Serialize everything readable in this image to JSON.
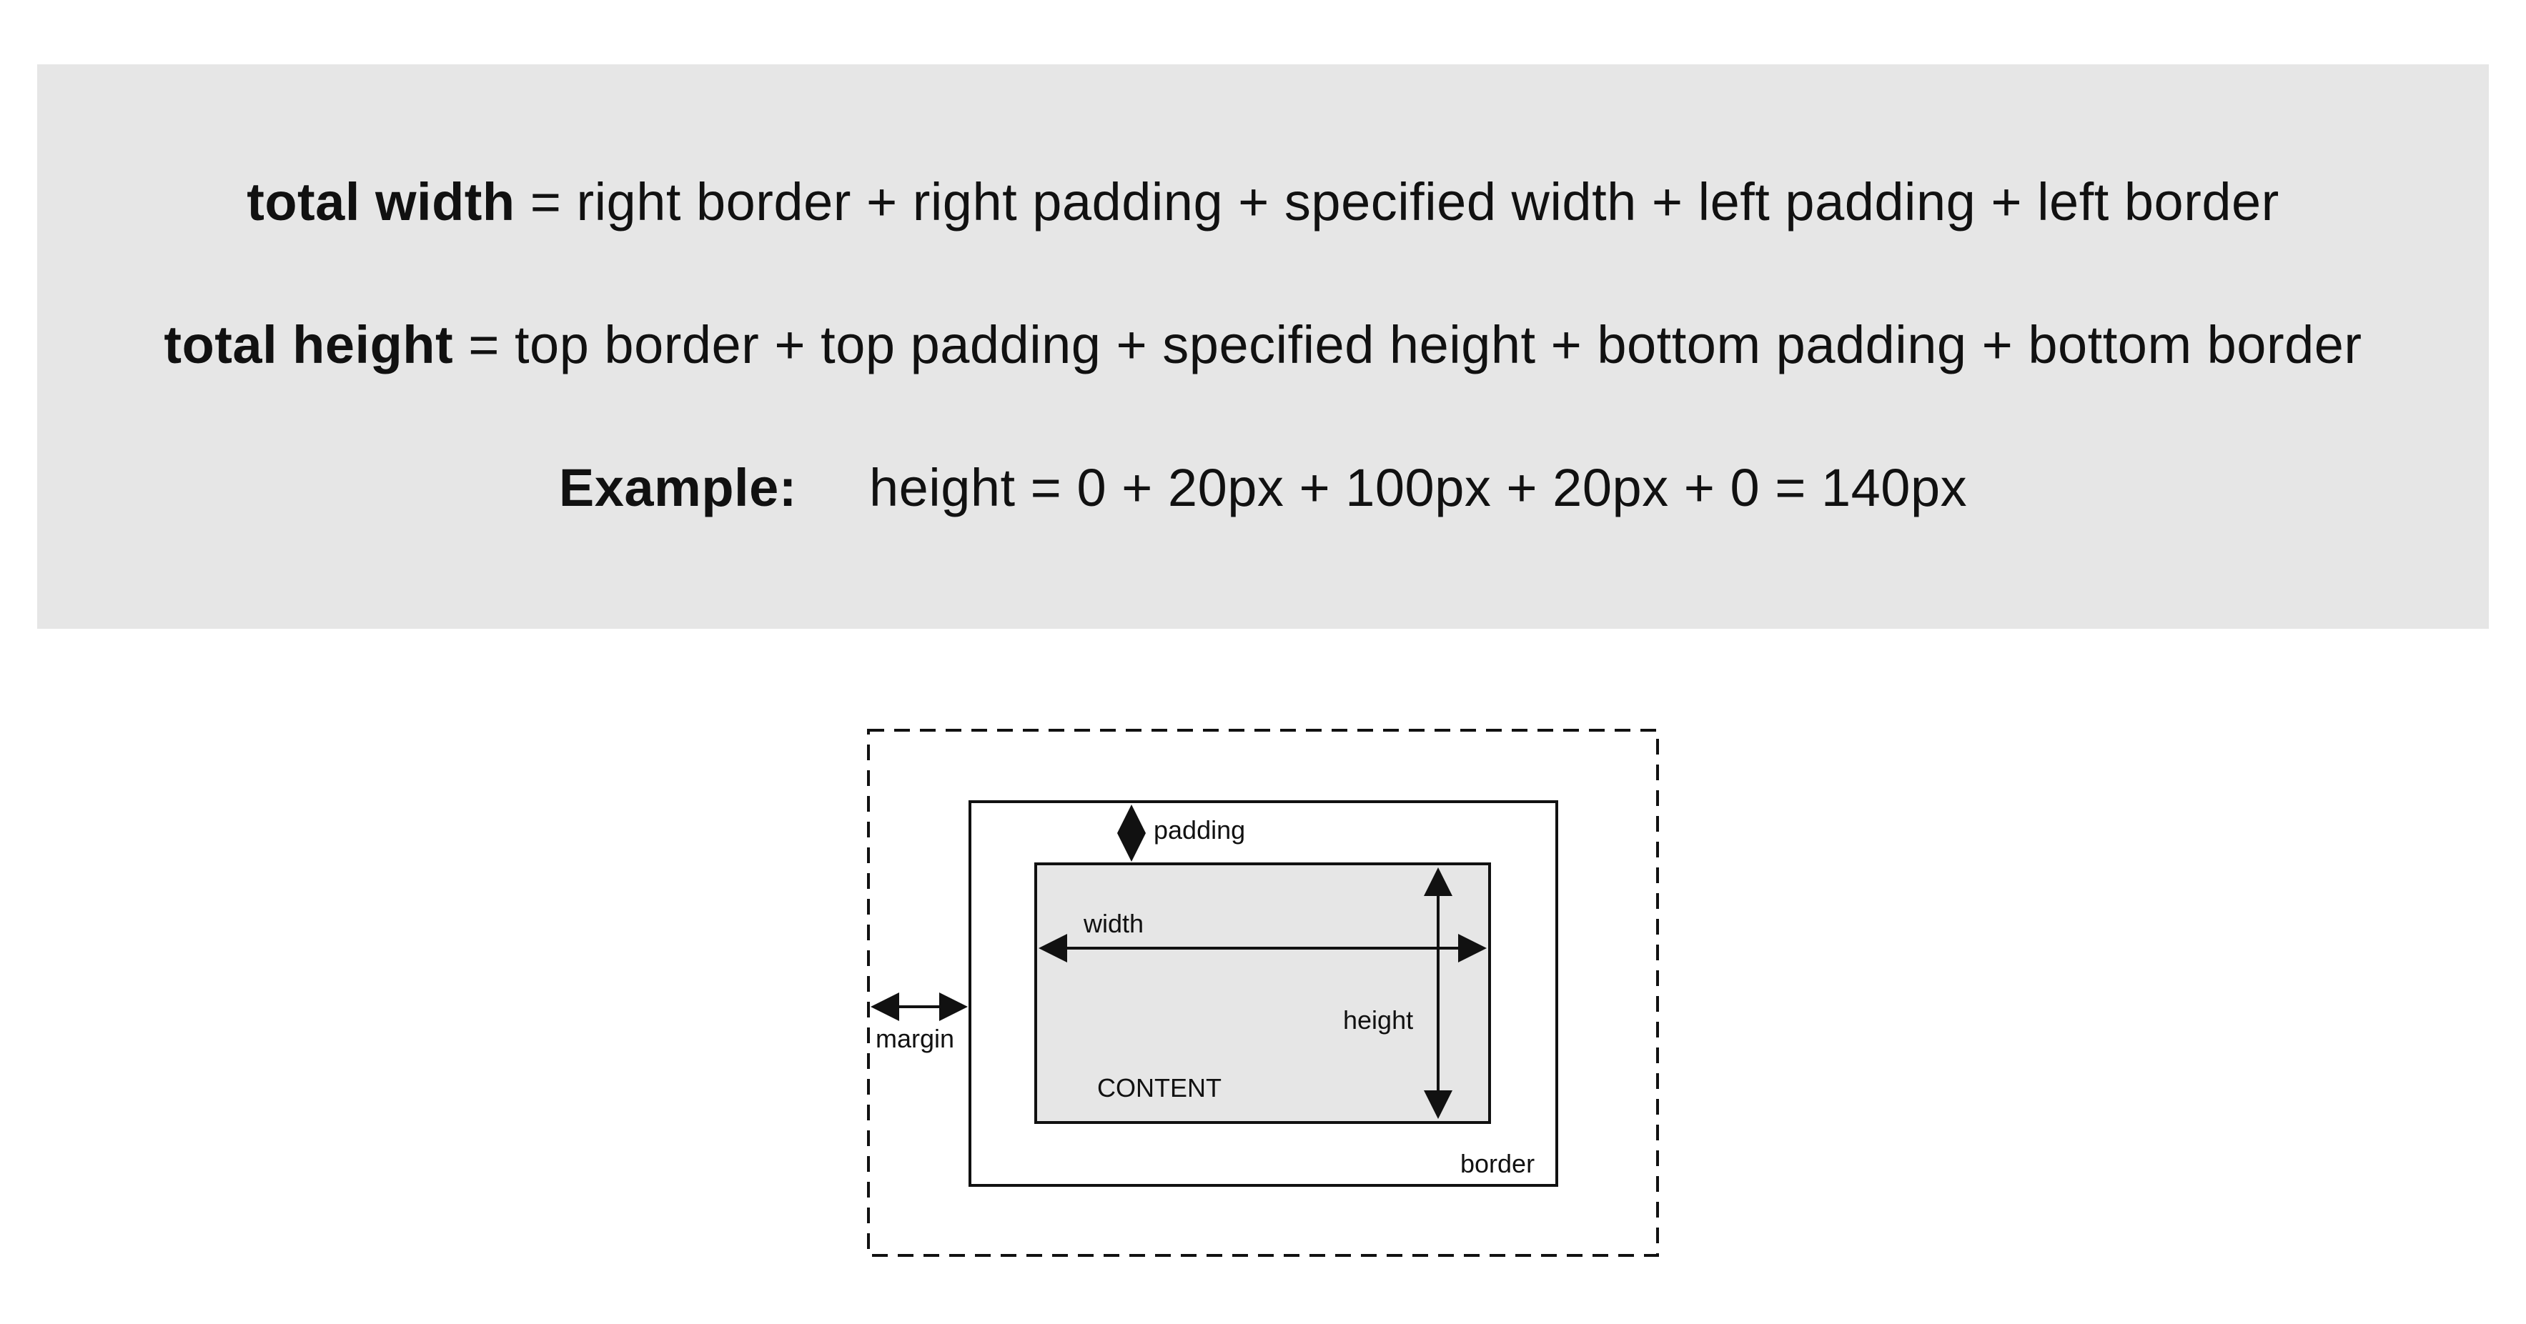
{
  "formulas": {
    "width": {
      "term": "total width",
      "expression": "= right border + right padding + specified width + left padding + left border"
    },
    "height": {
      "term": "total height",
      "expression": "= top border + top padding + specified height + bottom padding + bottom border"
    },
    "example": {
      "term": "Example:",
      "expression": "height = 0 + 20px + 100px + 20px + 0 = 140px"
    }
  },
  "box_model": {
    "labels": {
      "margin": "margin",
      "border": "border",
      "padding": "padding",
      "width": "width",
      "height": "height",
      "content": "CONTENT"
    },
    "colors": {
      "panel_background": "#e6e6e6",
      "content_fill": "#e6e6e6",
      "stroke": "#111111"
    }
  }
}
